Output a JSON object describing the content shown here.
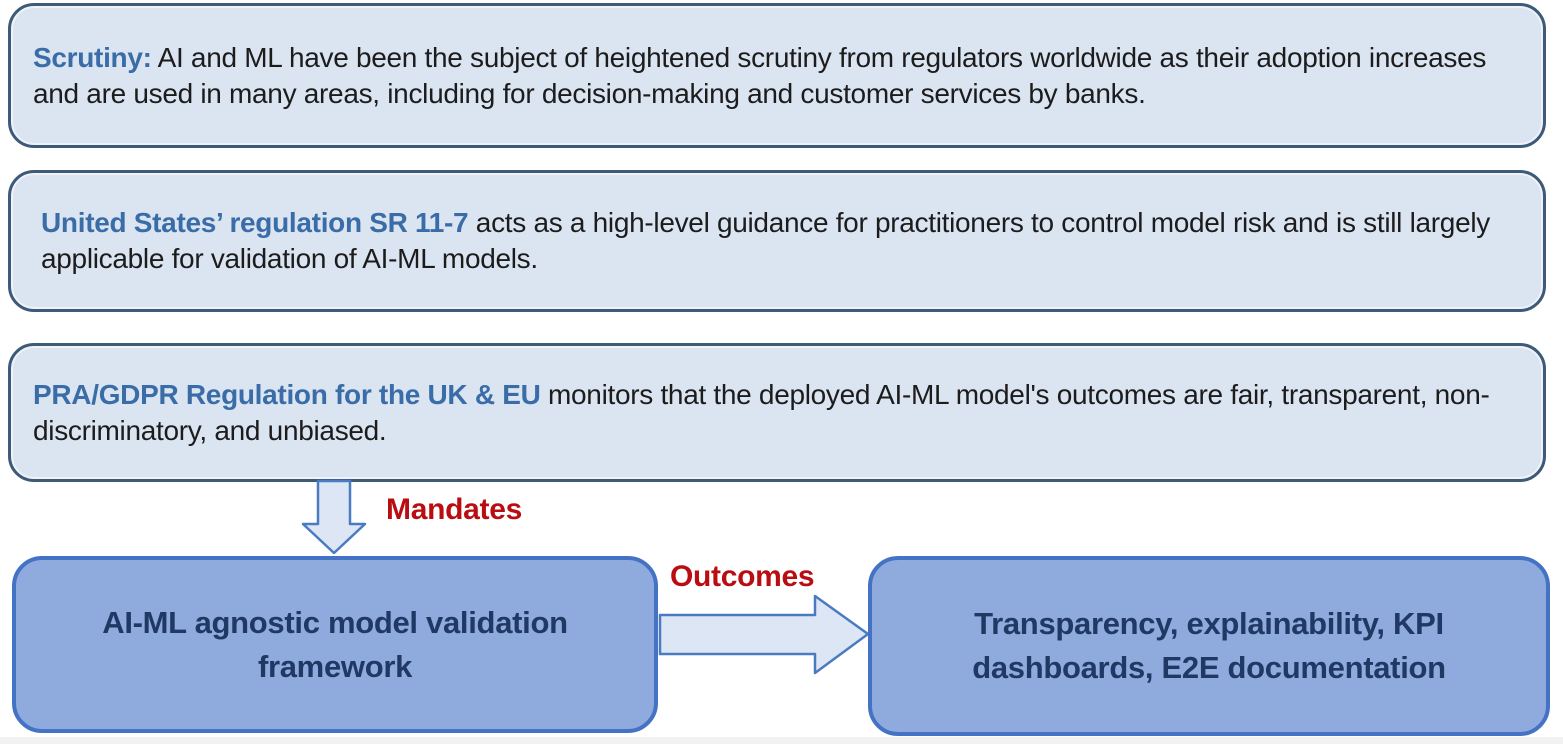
{
  "boxes": {
    "scrutiny": {
      "lead": "Scrutiny:",
      "body": " AI and ML have been the subject of heightened scrutiny from regulators worldwide as their adoption increases and are used in many areas, including for decision-making and customer services by banks."
    },
    "sr117": {
      "lead": "United States’ regulation SR 11-7",
      "body": " acts as a high-level guidance for practitioners to control model risk and is still largely applicable for validation of AI-ML models."
    },
    "pragdpr": {
      "lead": "PRA/GDPR Regulation for the UK & EU",
      "body": " monitors that the deployed  AI-ML model's outcomes are fair, transparent, non-discriminatory, and unbiased."
    },
    "framework": {
      "text": "AI-ML agnostic model validation framework"
    },
    "outcomes": {
      "text": "Transparency, explainability, KPI dashboards, E2E documentation"
    }
  },
  "labels": {
    "mandates": "Mandates",
    "outcomes": "Outcomes"
  },
  "colors": {
    "top_box_fill": "#dbe4f1",
    "top_box_border": "#3d5a78",
    "lead_text_blue": "#3a6da8",
    "body_text": "#1c1c1c",
    "label_red": "#b90d12",
    "bottom_box_fill": "#8faadc",
    "bottom_box_border": "#4472c4",
    "bottom_box_text": "#1f3864",
    "arrow_fill": "#dde6f4",
    "arrow_border": "#4a7ac2"
  }
}
